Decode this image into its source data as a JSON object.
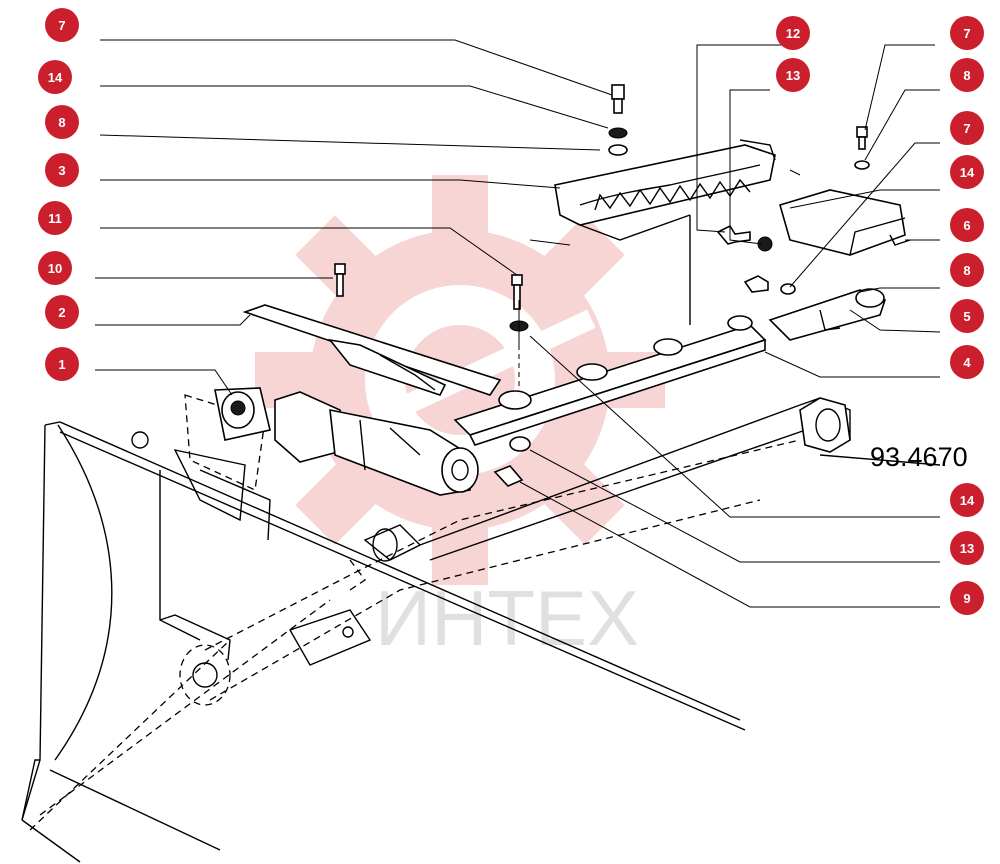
{
  "diagram": {
    "drawing_code": "93.4670",
    "watermark": "ИНТЕХ",
    "colors": {
      "callout": "#cc1f2d",
      "callout_text": "#ffffff",
      "watermark": "#e96a6a",
      "line": "#000000"
    }
  },
  "callouts": [
    {
      "id": "c-left-7",
      "label": "7"
    },
    {
      "id": "c-left-14",
      "label": "14"
    },
    {
      "id": "c-left-8",
      "label": "8"
    },
    {
      "id": "c-left-3",
      "label": "3"
    },
    {
      "id": "c-left-11",
      "label": "11"
    },
    {
      "id": "c-left-10",
      "label": "10"
    },
    {
      "id": "c-left-2",
      "label": "2"
    },
    {
      "id": "c-left-1",
      "label": "1"
    },
    {
      "id": "c-top-12",
      "label": "12"
    },
    {
      "id": "c-top-13",
      "label": "13"
    },
    {
      "id": "c-right-7a",
      "label": "7"
    },
    {
      "id": "c-right-8a",
      "label": "8"
    },
    {
      "id": "c-right-7b",
      "label": "7"
    },
    {
      "id": "c-right-14a",
      "label": "14"
    },
    {
      "id": "c-right-6",
      "label": "6"
    },
    {
      "id": "c-right-8b",
      "label": "8"
    },
    {
      "id": "c-right-5",
      "label": "5"
    },
    {
      "id": "c-right-4",
      "label": "4"
    },
    {
      "id": "c-right-14b",
      "label": "14"
    },
    {
      "id": "c-right-13",
      "label": "13"
    },
    {
      "id": "c-right-9",
      "label": "9"
    }
  ]
}
